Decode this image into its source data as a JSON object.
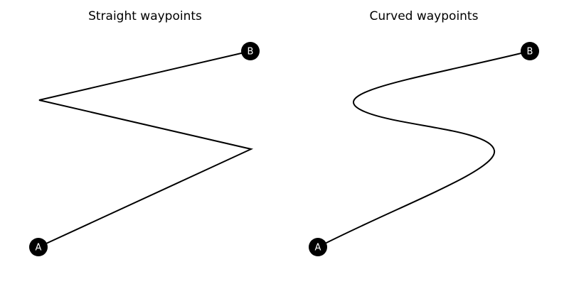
{
  "panels": [
    {
      "title": "Straight waypoints",
      "edge_style": "straight",
      "nodes": [
        {
          "label": "A"
        },
        {
          "label": "B"
        }
      ]
    },
    {
      "title": "Curved waypoints",
      "edge_style": "curved",
      "nodes": [
        {
          "label": "A"
        },
        {
          "label": "B"
        }
      ]
    }
  ],
  "colors": {
    "node_fill": "#000000",
    "node_text": "#ffffff",
    "edge_stroke": "#000000",
    "background": "#ffffff"
  }
}
